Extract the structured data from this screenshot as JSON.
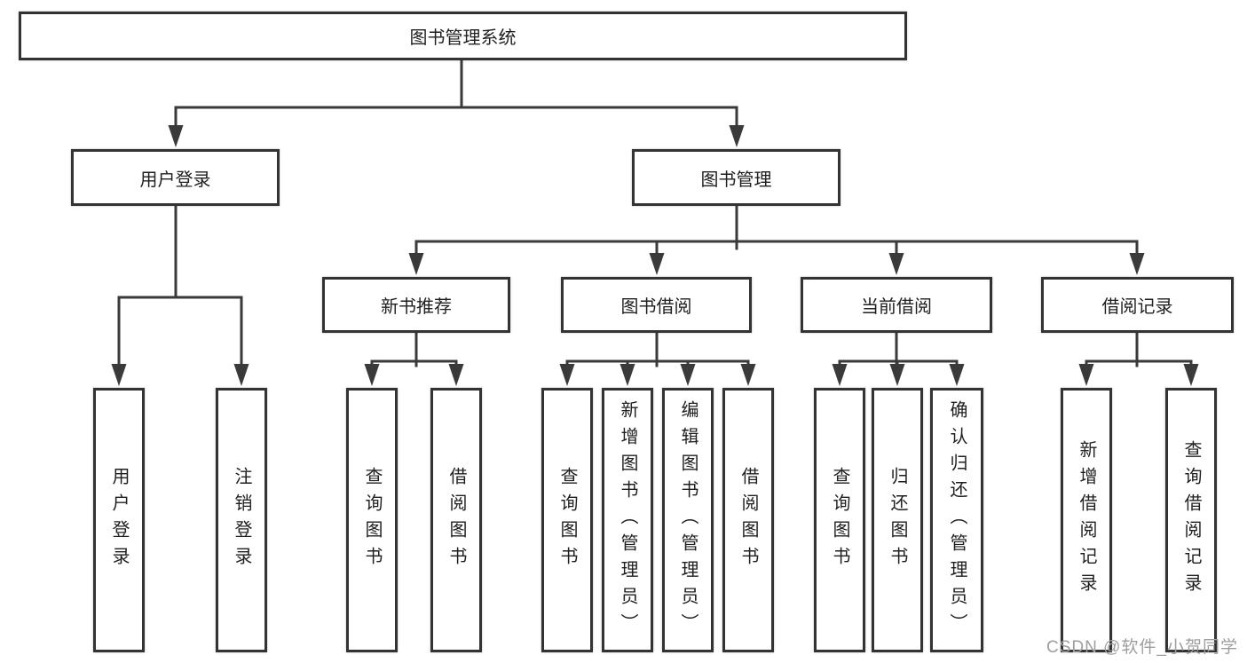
{
  "colors": {
    "background": "#ffffff",
    "line": "#3a3a3a",
    "box_border": "#333333",
    "text": "#1f1f1f",
    "watermark": "#9e9e9e"
  },
  "tree": {
    "root": {
      "label": "图书管理系统"
    },
    "level2": [
      {
        "label": "用户登录"
      },
      {
        "label": "图书管理"
      }
    ],
    "level3": [
      {
        "label": "新书推荐"
      },
      {
        "label": "图书借阅"
      },
      {
        "label": "当前借阅"
      },
      {
        "label": "借阅记录"
      }
    ],
    "leaves": {
      "user_login": [
        "用户登录",
        "注销登录"
      ],
      "new_book": [
        "查询图书",
        "借阅图书"
      ],
      "book_borrow": [
        "查询图书",
        "新增图书（管理员）",
        "编辑图书（管理员）",
        "借阅图书"
      ],
      "current_borrow": [
        "查询图书",
        "归还图书",
        "确认归还（管理员）"
      ],
      "borrow_record": [
        "新增借阅记录",
        "查询借阅记录"
      ]
    }
  },
  "watermark": {
    "text": "CSDN @软件_小贺同学"
  }
}
